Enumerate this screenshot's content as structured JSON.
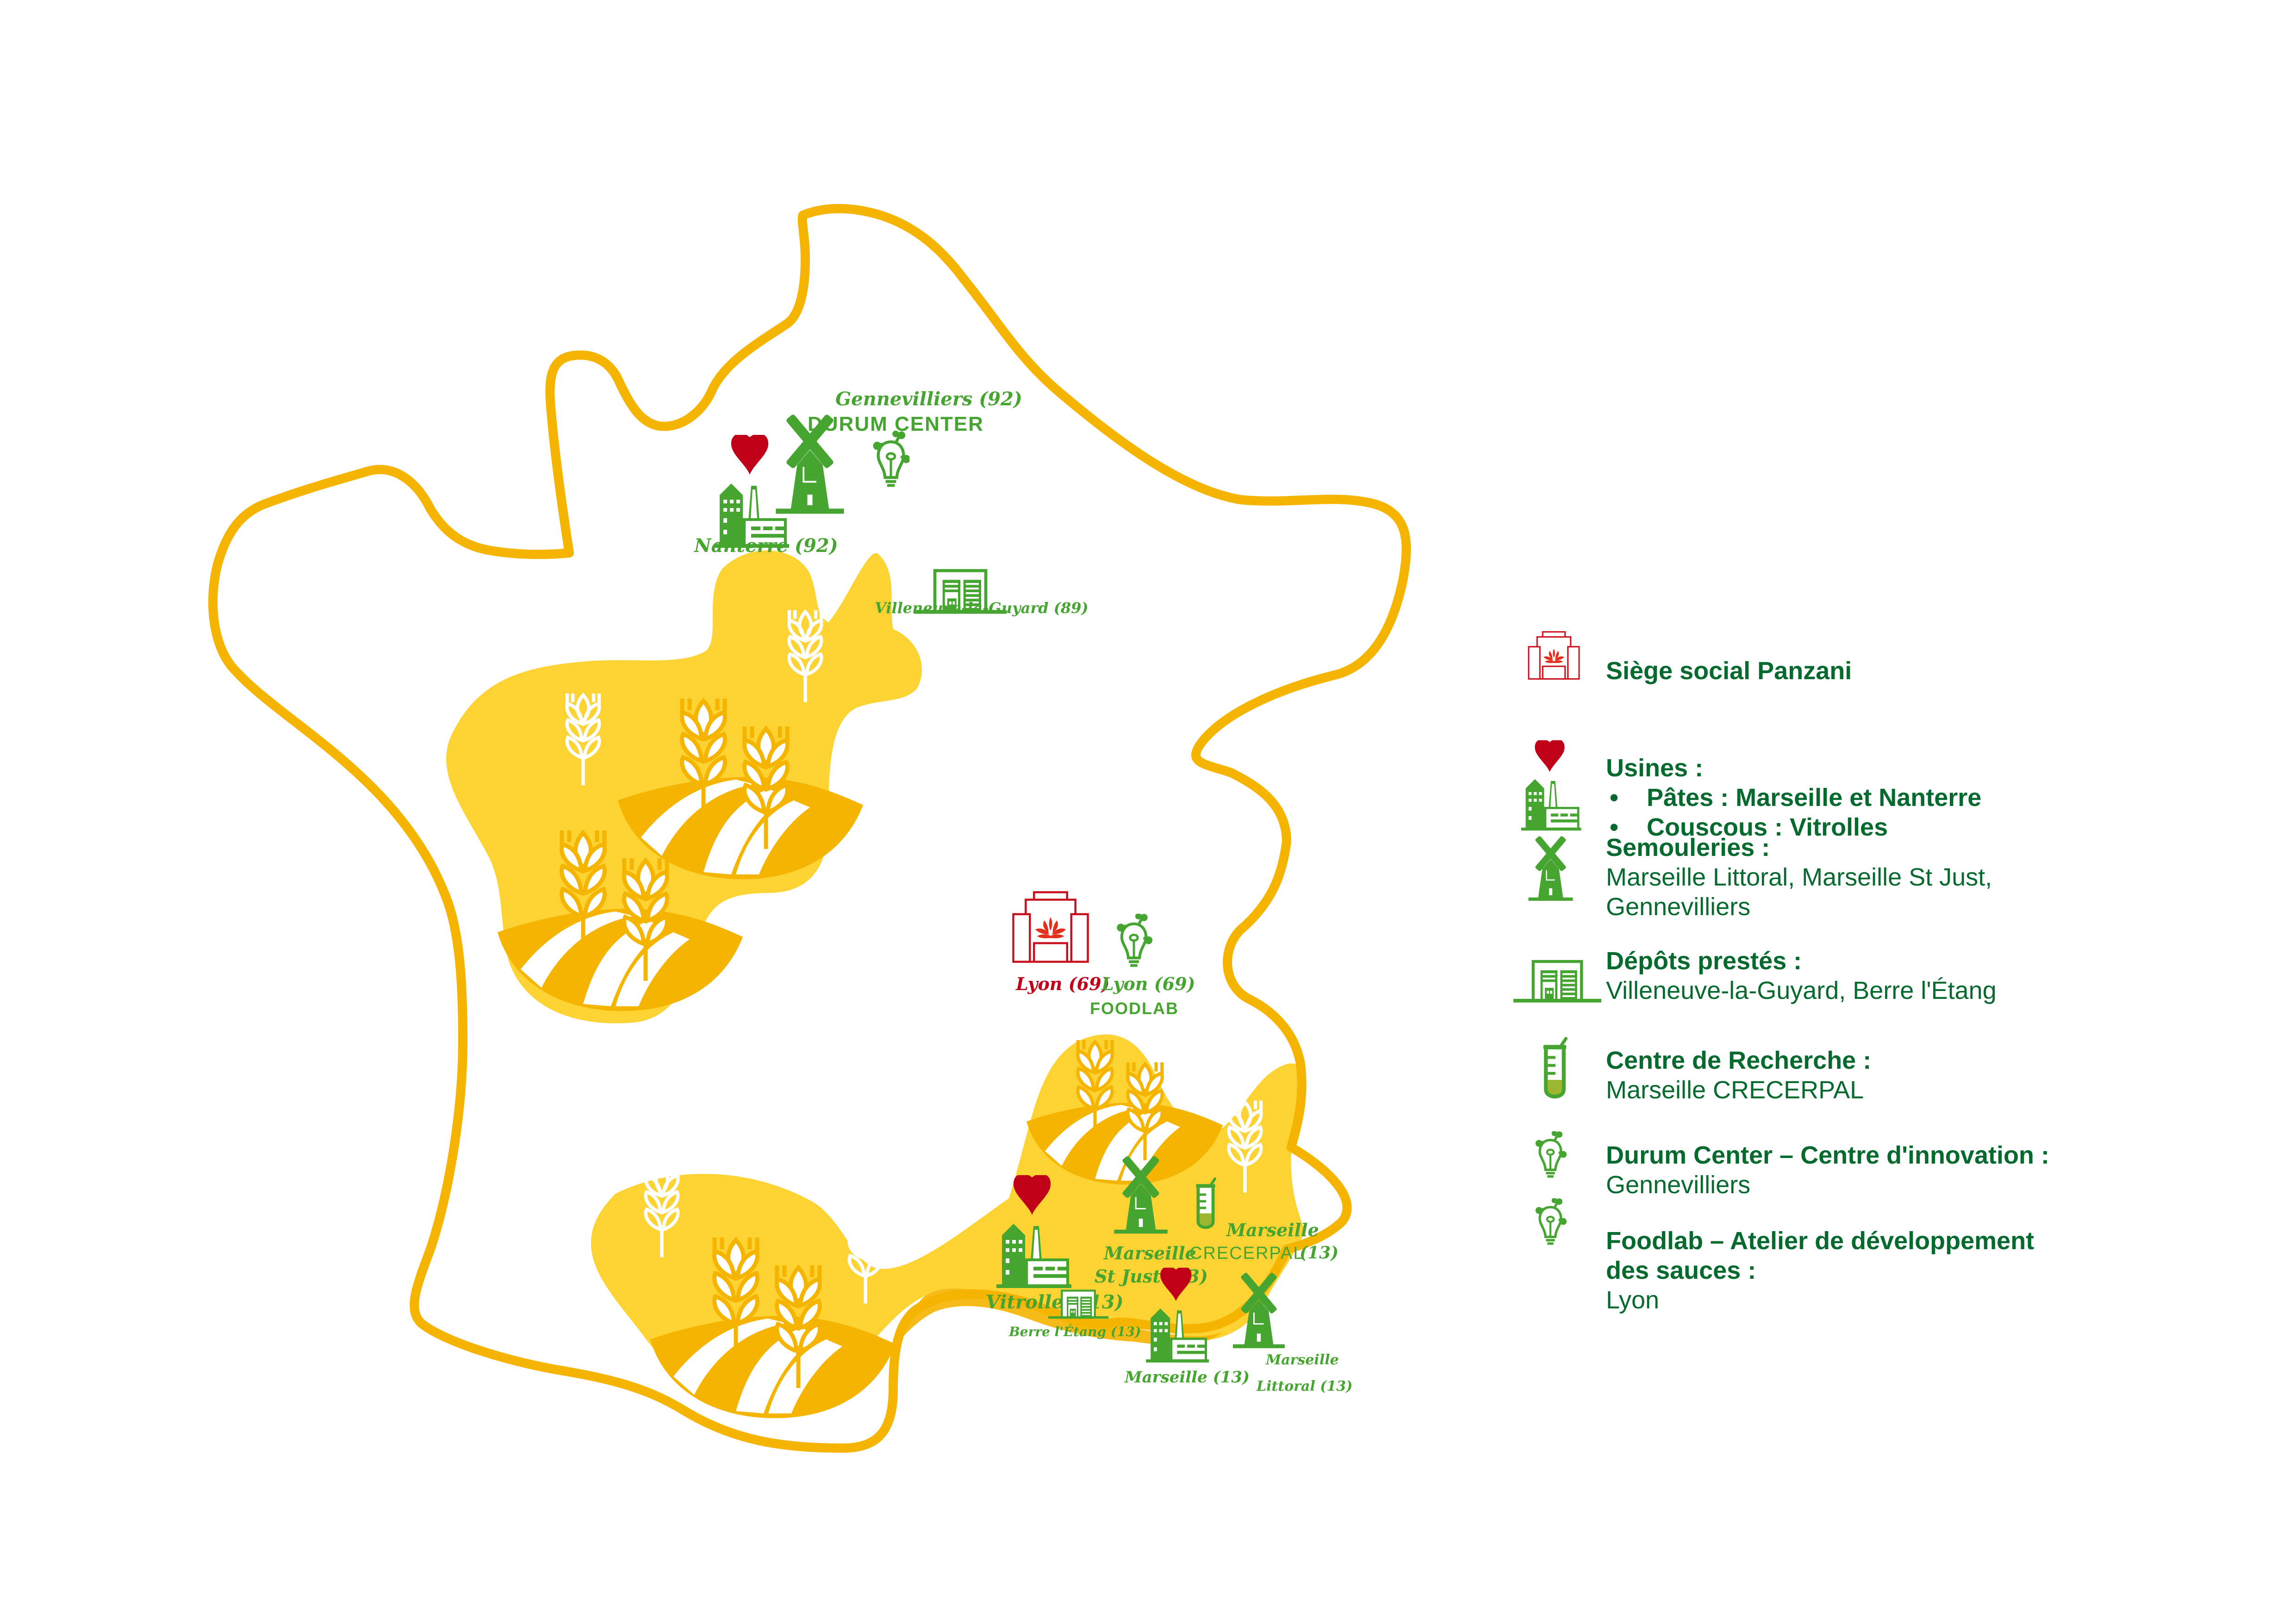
{
  "colors": {
    "outline": "#f5b400",
    "region_fill": "#fdd233",
    "field_dark": "#f5b400",
    "icon_green": "#45a530",
    "text_dark_green": "#066a2f",
    "heart_red": "#c00018",
    "hq_red": "#c8101e"
  },
  "map": {
    "sites": [
      {
        "id": "gennevilliers",
        "label": "Gennevilliers (92)",
        "sublabel": "DURUM CENTER",
        "icons": [
          "windmill-icon",
          "lightbulb-innovation-icon"
        ]
      },
      {
        "id": "nanterre",
        "label": "Nanterre (92)",
        "icons": [
          "factory-heart-icon"
        ]
      },
      {
        "id": "villeneuve",
        "label": "Villeneuve-la-Guyard (89)",
        "icons": [
          "warehouse-icon"
        ]
      },
      {
        "id": "lyon-hq",
        "label": "Lyon (69)",
        "icons": [
          "headquarters-building-icon"
        ]
      },
      {
        "id": "lyon-foodlab",
        "label": "Lyon (69)",
        "sublabel": "FOODLAB",
        "icons": [
          "lightbulb-innovation-icon"
        ]
      },
      {
        "id": "vitrolles",
        "label": "Vitrolles (13)",
        "icons": [
          "factory-heart-icon"
        ]
      },
      {
        "id": "st-just",
        "label_line1": "Marseille",
        "label_line2": "St Just (13)",
        "icons": [
          "windmill-icon"
        ]
      },
      {
        "id": "crecerpal",
        "label_line1": "Marseille",
        "label_line2": "CRECERPAL",
        "label_suffix": "(13)",
        "icons": [
          "test-tube-icon"
        ]
      },
      {
        "id": "berre",
        "label": "Berre l'Étang (13)",
        "icons": [
          "warehouse-icon"
        ]
      },
      {
        "id": "marseille-factory",
        "label": "Marseille (13)",
        "icons": [
          "factory-heart-icon"
        ]
      },
      {
        "id": "marseille-littoral",
        "label_line1": "Marseille",
        "label_line2": "Littoral (13)",
        "icons": [
          "windmill-icon"
        ]
      }
    ],
    "wheat_regions": [
      "north-central-region",
      "southwest-region",
      "southeast-region"
    ]
  },
  "legend": {
    "items": [
      {
        "icon": "headquarters-building-icon",
        "title": "Siège social Panzani"
      },
      {
        "icon": "factory-heart-icon",
        "title": "Usines :",
        "bullets": [
          "Pâtes : Marseille et Nanterre",
          "Couscous : Vitrolles"
        ]
      },
      {
        "icon": "windmill-icon",
        "title": "Semouleries :",
        "body_line1": "Marseille Littoral, Marseille St Just,",
        "body_line2": "Gennevilliers"
      },
      {
        "icon": "warehouse-icon",
        "title": "Dépôts prestés :",
        "body_line1": "Villeneuve-la-Guyard, Berre l'Étang"
      },
      {
        "icon": "test-tube-icon",
        "title": "Centre de Recherche :",
        "body_line1": "Marseille CRECERPAL"
      },
      {
        "icon": "lightbulb-innovation-icon",
        "title": "Durum Center – Centre d'innovation :",
        "body_line1": "Gennevilliers"
      },
      {
        "icon": "lightbulb-innovation-icon",
        "title_line1": "Foodlab – Atelier de développement",
        "title_line2": "des sauces :",
        "body_line1": "Lyon"
      }
    ]
  }
}
